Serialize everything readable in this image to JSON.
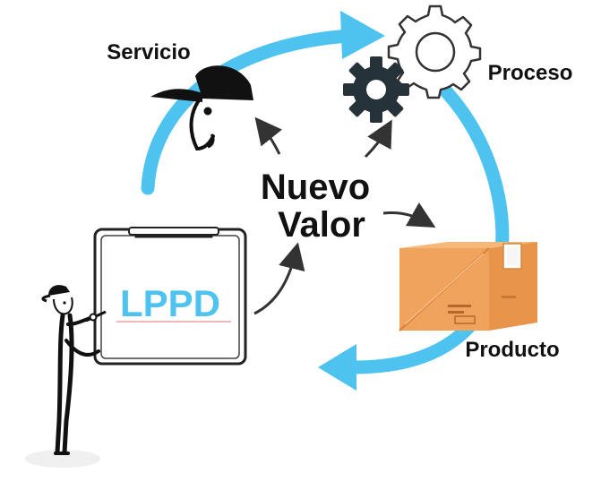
{
  "diagram": {
    "center_line1": "Nuevo",
    "center_line2": "Valor",
    "label_servicio": "Servicio",
    "label_proceso": "Proceso",
    "label_producto": "Producto",
    "clipboard_text": "LPPD"
  },
  "colors": {
    "cycle_blue": "#4ec3ef",
    "box_orange": "#f0a35c",
    "box_dark": "#d9853f",
    "gear_dark": "#26323a",
    "ink": "#111111",
    "lppd_blue": "#4ec3ef",
    "underline_red": "#e07070"
  },
  "icons": {
    "worker": "worker-head-icon",
    "gear_outline": "gear-outline-icon",
    "gear_solid": "gear-solid-icon",
    "box": "cardboard-box-icon",
    "person": "stick-person-icon",
    "clipboard": "clipboard-icon"
  }
}
